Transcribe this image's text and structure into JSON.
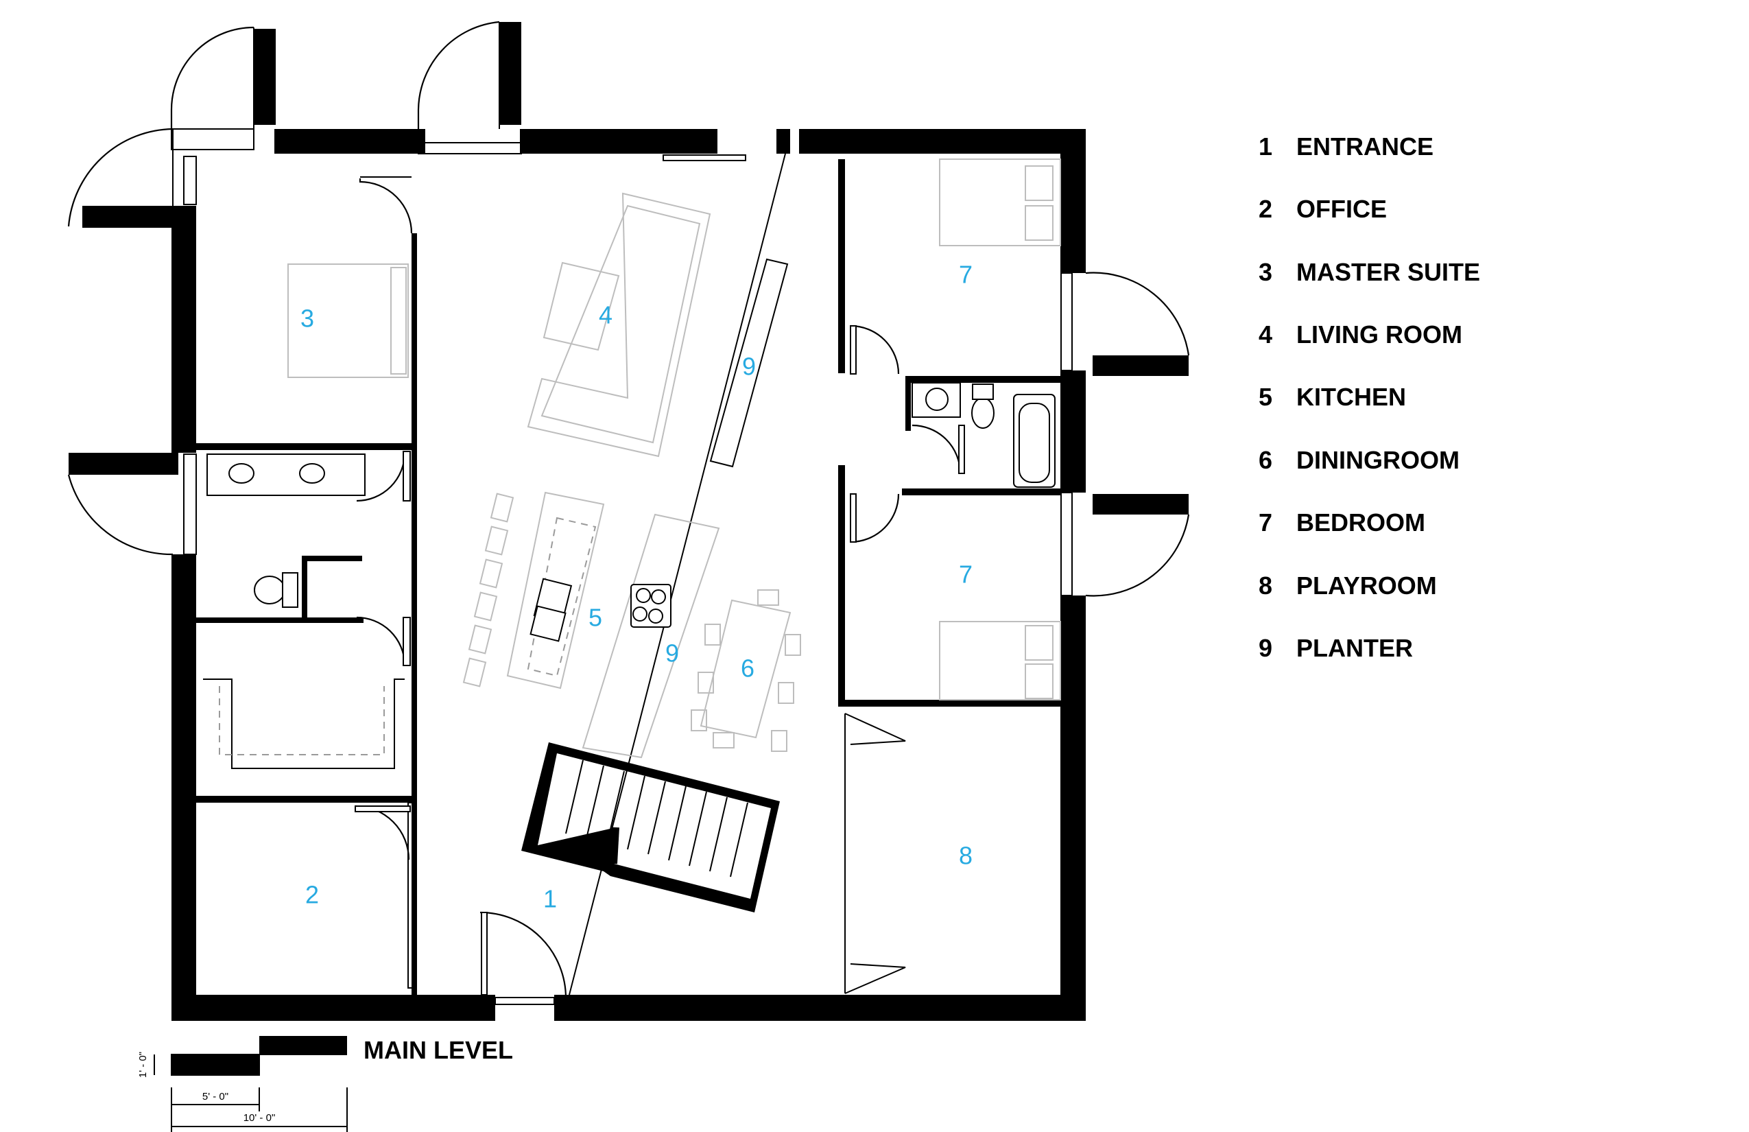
{
  "title": "MAIN LEVEL",
  "legend": [
    {
      "num": "1",
      "name": "ENTRANCE"
    },
    {
      "num": "2",
      "name": "OFFICE"
    },
    {
      "num": "3",
      "name": "MASTER SUITE"
    },
    {
      "num": "4",
      "name": "LIVING ROOM"
    },
    {
      "num": "5",
      "name": "KITCHEN"
    },
    {
      "num": "6",
      "name": "DININGROOM"
    },
    {
      "num": "7",
      "name": "BEDROOM"
    },
    {
      "num": "8",
      "name": "PLAYROOM"
    },
    {
      "num": "9",
      "name": "PLANTER"
    }
  ],
  "room_labels": {
    "entrance": "1",
    "office": "2",
    "master_suite": "3",
    "living_room": "4",
    "kitchen": "5",
    "diningroom": "6",
    "bedroom_a": "7",
    "bedroom_b": "7",
    "playroom": "8",
    "planter_a": "9",
    "planter_b": "9"
  },
  "scale_bar": {
    "height_label": "1' - 0\"",
    "short_label": "5' - 0\"",
    "long_label": "10' - 0\""
  },
  "colors": {
    "room_number": "#27aae1",
    "walls": "#000000",
    "furniture": "#bdbdbd"
  }
}
